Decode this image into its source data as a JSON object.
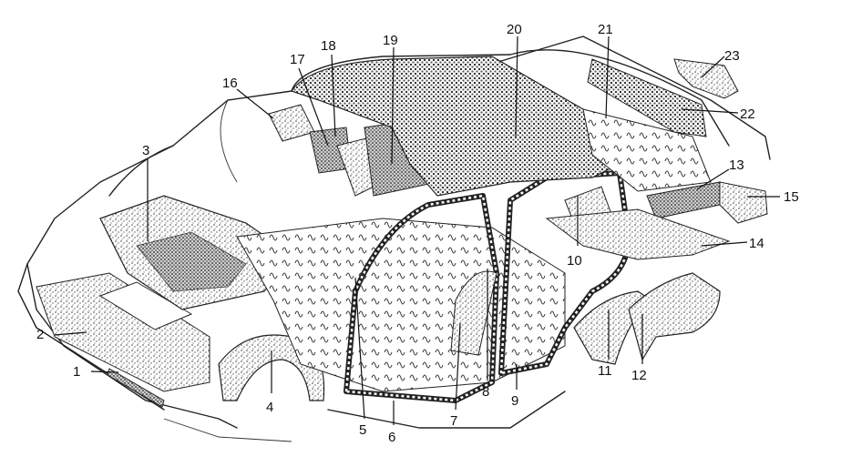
{
  "callouts": [
    {
      "id": "1",
      "label": "1"
    },
    {
      "id": "2",
      "label": "2"
    },
    {
      "id": "3",
      "label": "3"
    },
    {
      "id": "4",
      "label": "4"
    },
    {
      "id": "5",
      "label": "5"
    },
    {
      "id": "6",
      "label": "6"
    },
    {
      "id": "7",
      "label": "7"
    },
    {
      "id": "8",
      "label": "8"
    },
    {
      "id": "9",
      "label": "9"
    },
    {
      "id": "10",
      "label": "10"
    },
    {
      "id": "11",
      "label": "11"
    },
    {
      "id": "12",
      "label": "12"
    },
    {
      "id": "13",
      "label": "13"
    },
    {
      "id": "14",
      "label": "14"
    },
    {
      "id": "15",
      "label": "15"
    },
    {
      "id": "16",
      "label": "16"
    },
    {
      "id": "17",
      "label": "17"
    },
    {
      "id": "18",
      "label": "18"
    },
    {
      "id": "19",
      "label": "19"
    },
    {
      "id": "20",
      "label": "20"
    },
    {
      "id": "21",
      "label": "21"
    },
    {
      "id": "22",
      "label": "22"
    },
    {
      "id": "23",
      "label": "23"
    }
  ],
  "colors": {
    "ink": "#222222",
    "background": "#ffffff",
    "felt": "#9a9a9a"
  }
}
